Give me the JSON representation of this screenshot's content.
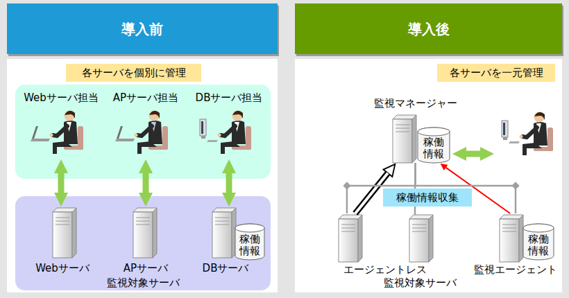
{
  "diagram": {
    "nodes": [
      {
        "text": [
          "導入前"
        ]
      },
      {
        "text": [
          "各サーバを個別に管理"
        ],
        "in": 0
      },
      {
        "text": [
          "Webサーバ担当"
        ],
        "in": 0
      },
      {
        "text": [
          "APサーバ担当"
        ],
        "in": 0
      },
      {
        "text": [
          "DBサーバ担当"
        ],
        "in": 0
      },
      {
        "text": [
          "監視対象サーバ"
        ],
        "in": 0
      },
      {
        "text": [
          "Webサーバ"
        ],
        "in": 5
      },
      {
        "text": [
          "APサーバ"
        ],
        "in": 5
      },
      {
        "text": [
          "DBサーバ"
        ],
        "in": 5
      },
      {
        "text": [
          "稼働情報"
        ],
        "in": 5
      },
      {
        "text": [
          "導入後"
        ]
      },
      {
        "text": [
          "各サーバを一元管理"
        ],
        "in": 10
      },
      {
        "text": [
          "監視マネージャー"
        ],
        "in": 10
      },
      {
        "text": [
          "稼働情報"
        ],
        "in": 10
      },
      {
        "text": [
          "稼働情報収集"
        ],
        "in": 10
      },
      {
        "text": [
          "エージェントレス"
        ],
        "in": 10
      },
      {
        "text": [
          "監視エージェント"
        ],
        "in": 10
      },
      {
        "text": [
          "稼働情報"
        ],
        "in": 10
      }
    ],
    "edges": [
      {
        "from": 2,
        "to": 6,
        "arrow": "both"
      },
      {
        "from": 3,
        "to": 7,
        "arrow": "both"
      },
      {
        "from": 4,
        "to": 8,
        "arrow": "both"
      },
      {
        "from": 15,
        "to": 12,
        "arrow": "to"
      },
      {
        "from": 16,
        "to": 13,
        "arrow": "to"
      },
      {
        "from": 12,
        "to": 15,
        "arrow": "none"
      },
      {
        "from": 12,
        "to": 16,
        "arrow": "none"
      }
    ],
    "labels": [
      "監視対象サーバ"
    ]
  }
}
